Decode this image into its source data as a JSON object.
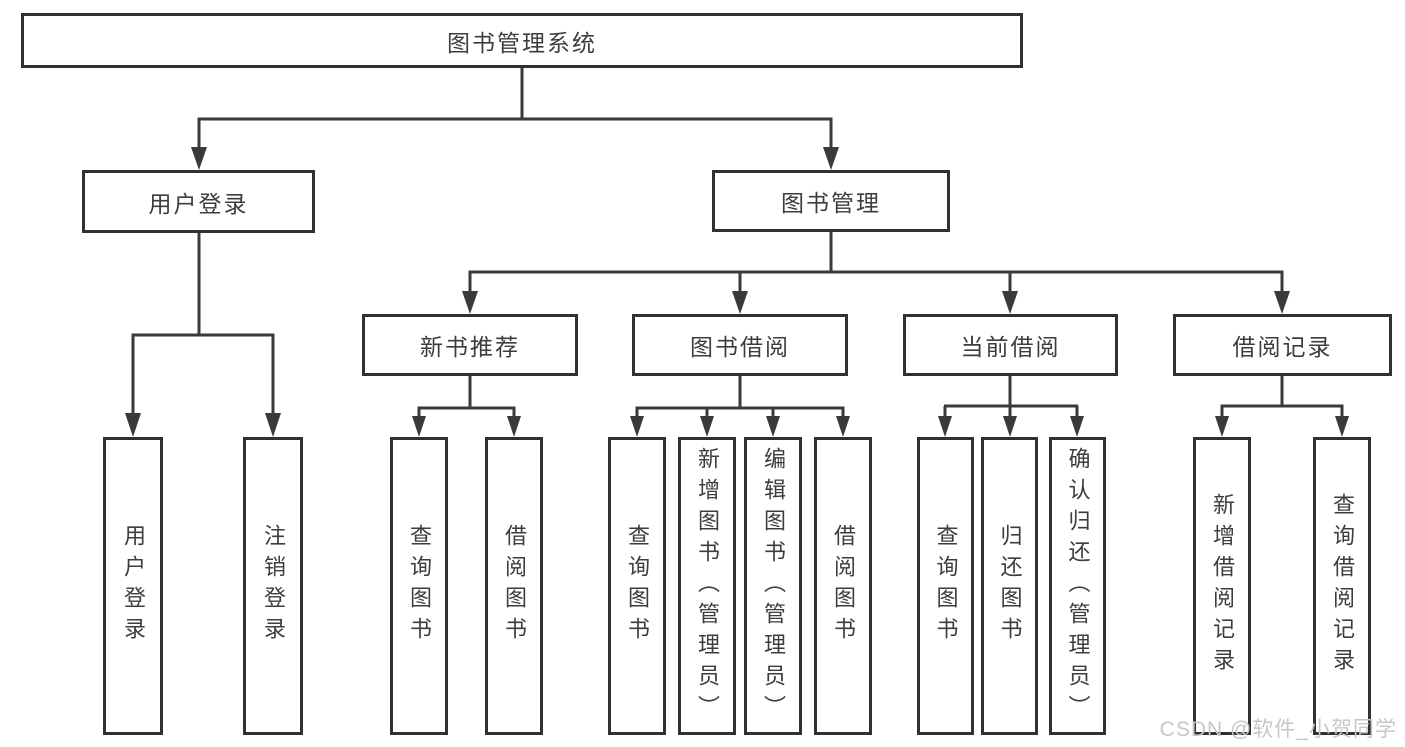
{
  "diagram_type": "hierarchy-tree",
  "tree": {
    "label": "图书管理系统",
    "children": [
      {
        "label": "用户登录",
        "children": [
          {
            "label": "用户登录"
          },
          {
            "label": "注销登录"
          }
        ]
      },
      {
        "label": "图书管理",
        "children": [
          {
            "label": "新书推荐",
            "children": [
              {
                "label": "查询图书"
              },
              {
                "label": "借阅图书"
              }
            ]
          },
          {
            "label": "图书借阅",
            "children": [
              {
                "label": "查询图书"
              },
              {
                "label": "新增图书（管理员）"
              },
              {
                "label": "编辑图书（管理员）"
              },
              {
                "label": "借阅图书"
              }
            ]
          },
          {
            "label": "当前借阅",
            "children": [
              {
                "label": "查询图书"
              },
              {
                "label": "归还图书"
              },
              {
                "label": "确认归还（管理员）"
              }
            ]
          },
          {
            "label": "借阅记录",
            "children": [
              {
                "label": "新增借阅记录"
              },
              {
                "label": "查询借阅记录"
              }
            ]
          }
        ]
      }
    ]
  },
  "watermark": {
    "text": "CSDN @软件_小贺同学"
  },
  "colors": {
    "line": "#3a3a3c",
    "box_border": "#313133",
    "text": "#3d3d3f",
    "watermark": "#c7c7c7",
    "background": "#ffffff"
  }
}
